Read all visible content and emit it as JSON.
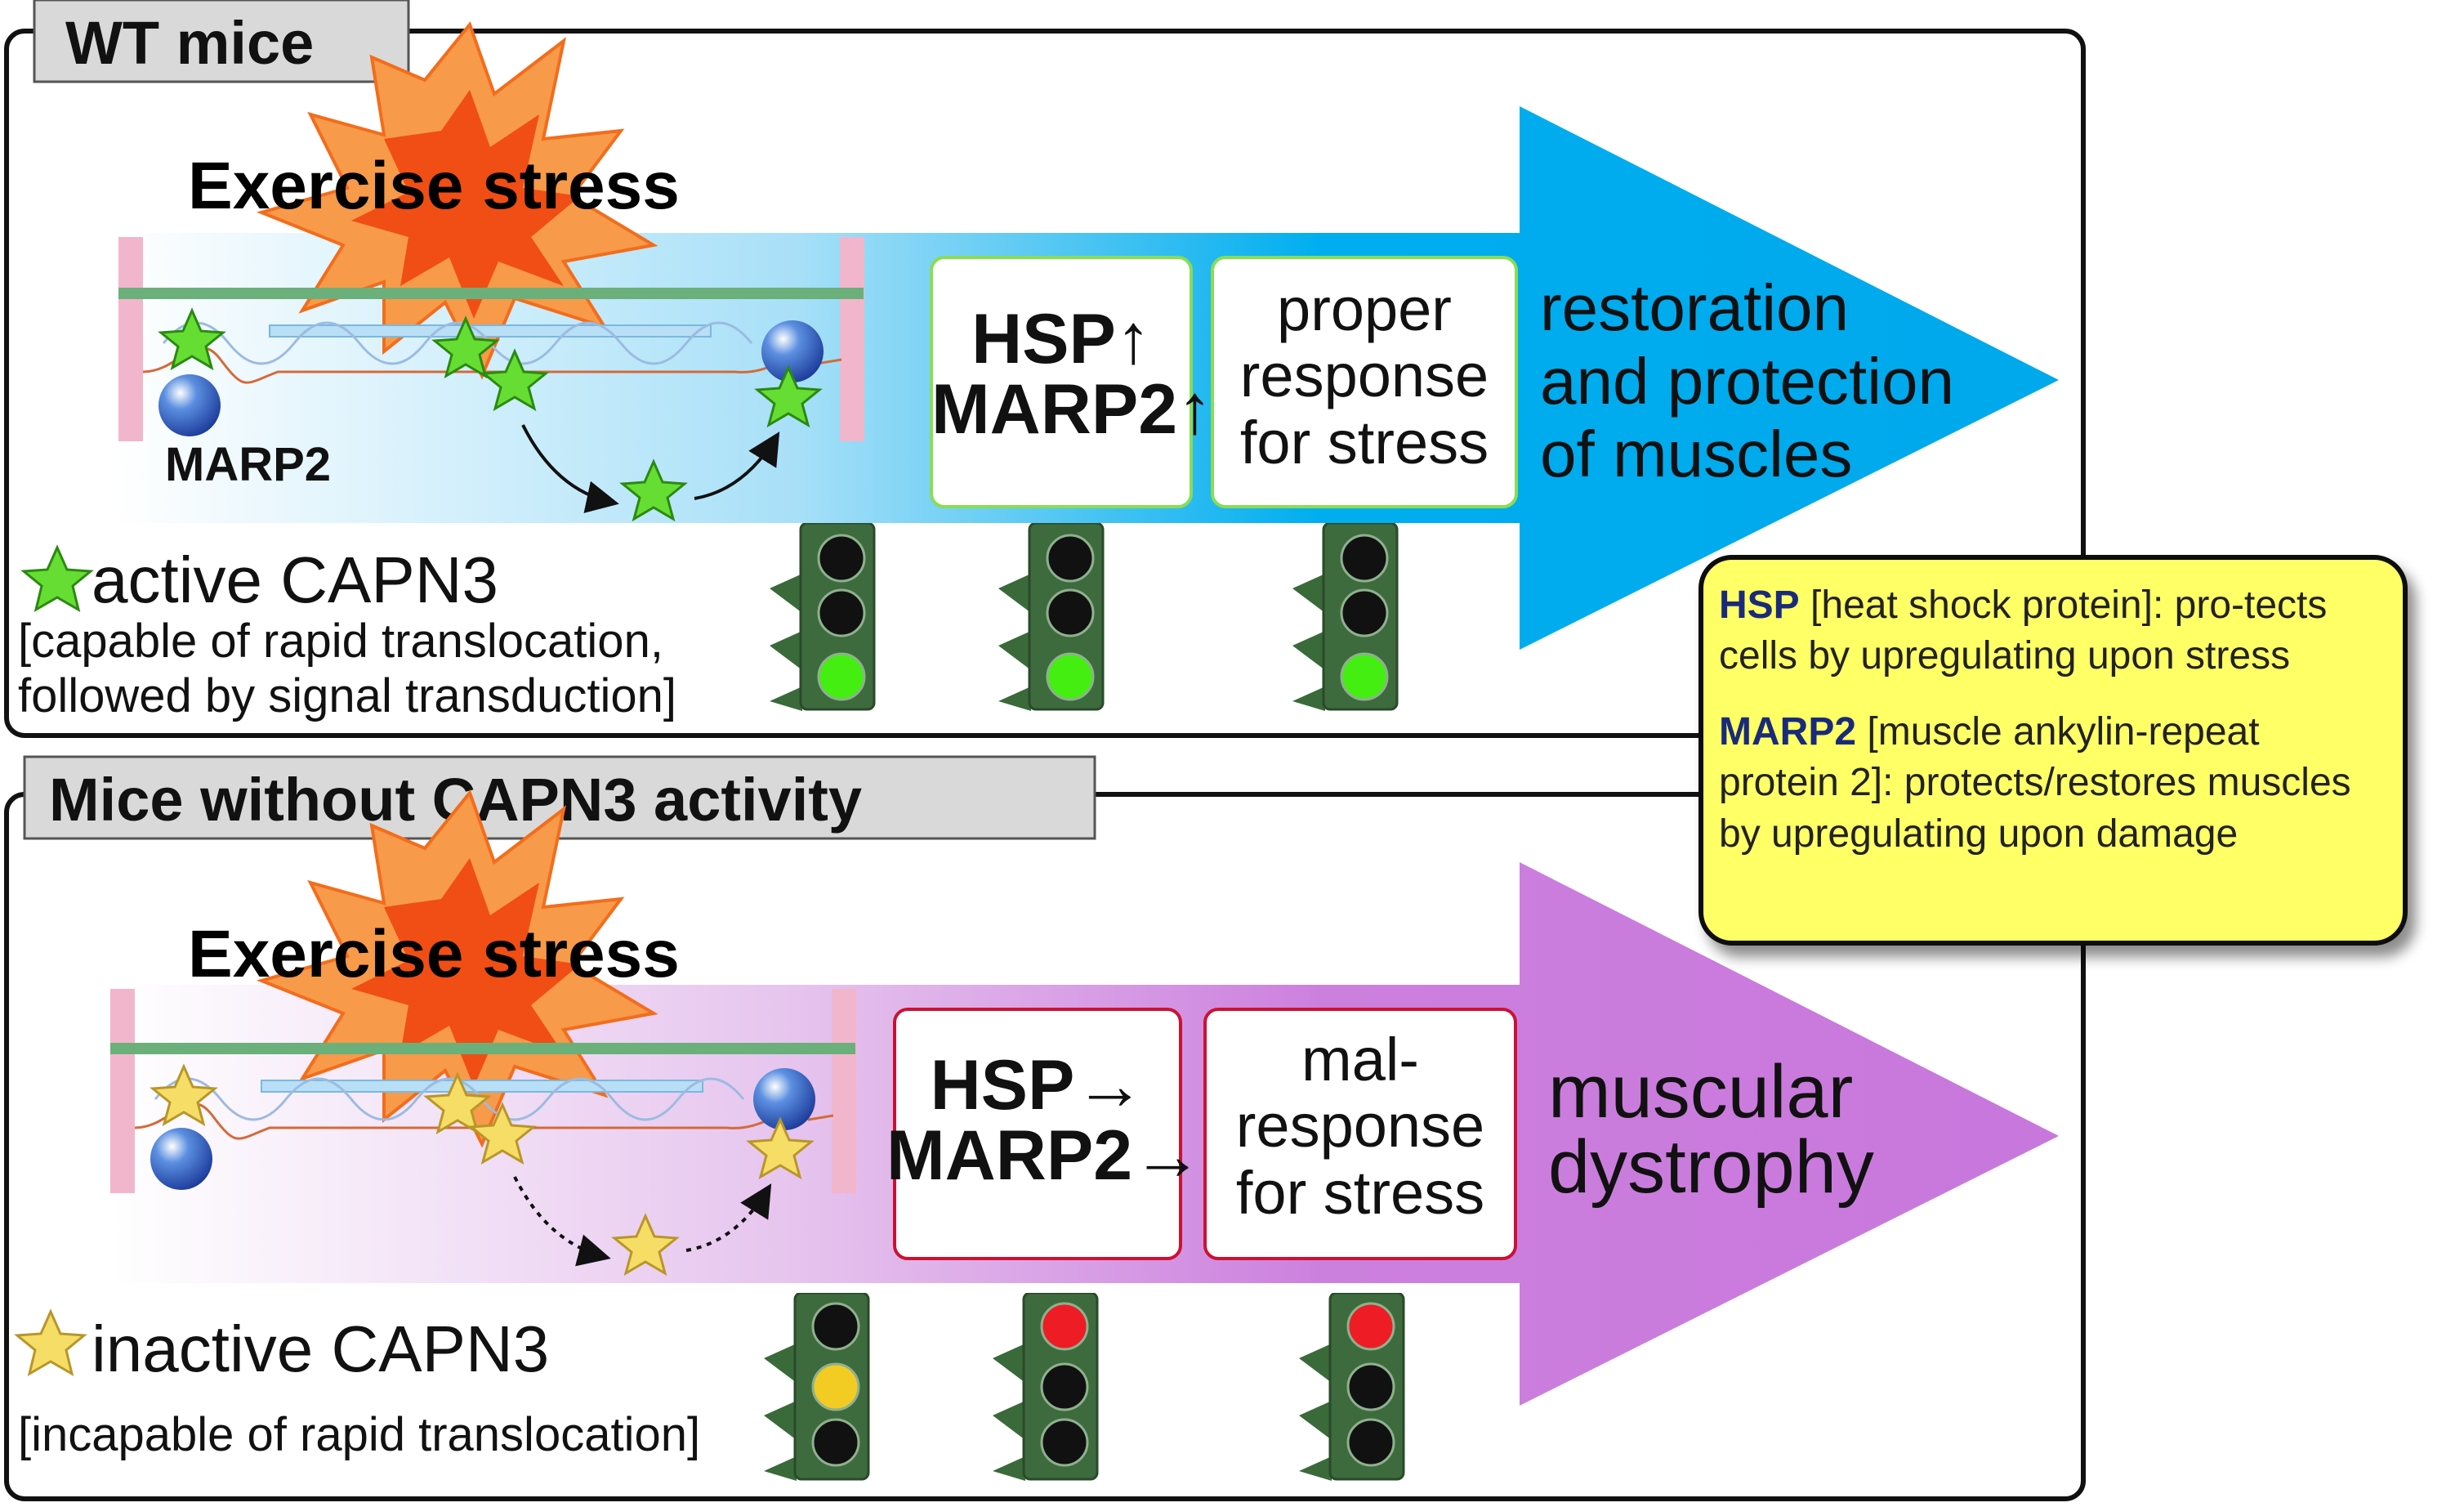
{
  "panels": [
    {
      "label": "WT mice",
      "stress_label": "Exercise stress",
      "marp2_label": "MARP2",
      "box1": {
        "line1": "HSP↑",
        "line2": "MARP2↑"
      },
      "box2": {
        "line1": "proper",
        "line2": "response",
        "line3": "for stress"
      },
      "outcome": {
        "line1": "restoration",
        "line2": "and protection",
        "line3": "of muscles"
      },
      "legend_title": "active CAPN3",
      "legend_note_line1": "[capable of rapid translocation,",
      "legend_note_line2": "followed by signal transduction]",
      "star_color": "#66dd33",
      "arrow_color": "#00aeef",
      "box_border_color": "#88dd55",
      "lights": [
        {
          "lit": "bottom",
          "color": "#44ee11"
        },
        {
          "lit": "bottom",
          "color": "#44ee11"
        },
        {
          "lit": "bottom",
          "color": "#44ee11"
        }
      ]
    },
    {
      "label": "Mice without CAPN3 activity",
      "stress_label": "Exercise stress",
      "box1": {
        "line1": "HSP→",
        "line2": "MARP2→"
      },
      "box2": {
        "line1": "mal-",
        "line2": "response",
        "line3": "for stress"
      },
      "outcome": {
        "line1": "muscular",
        "line2": "dystrophy"
      },
      "legend_title": "inactive CAPN3",
      "legend_note_line1": "[incapable of rapid translocation]",
      "star_color": "#f5dd66",
      "arrow_color": "#cc77dd",
      "box_border_color": "#cc1133",
      "lights": [
        {
          "lit": "middle",
          "color": "#f2cc22"
        },
        {
          "lit": "top",
          "color": "#ee1c24"
        },
        {
          "lit": "top",
          "color": "#ee1c24"
        }
      ]
    }
  ],
  "note": {
    "hsp_term": "HSP",
    "hsp_desc": " [heat shock protein]: pro-tects cells by upregulating upon stress",
    "marp2_term": "MARP2",
    "marp2_desc": " [muscle ankylin-repeat protein 2]: protects/restores muscles by upregulating upon damage",
    "background": "#ffff66"
  }
}
